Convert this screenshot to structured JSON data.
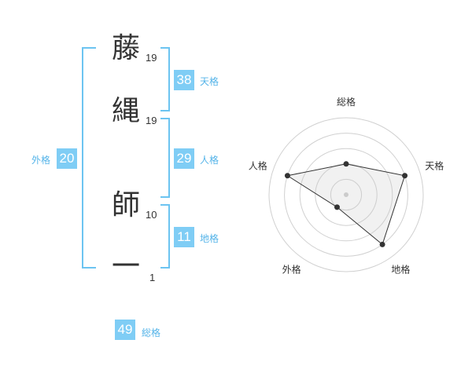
{
  "name": {
    "chars": [
      {
        "char": "藤",
        "strokes": "19"
      },
      {
        "char": "縄",
        "strokes": "19"
      },
      {
        "char": "師",
        "strokes": "10"
      },
      {
        "char": "一",
        "strokes": "1"
      }
    ]
  },
  "scores": {
    "tenkaku": {
      "value": "38",
      "label": "天格"
    },
    "jinkaku": {
      "value": "29",
      "label": "人格"
    },
    "chikaku": {
      "value": "11",
      "label": "地格"
    },
    "gaikaku": {
      "value": "20",
      "label": "外格"
    },
    "soukaku": {
      "value": "49",
      "label": "総格"
    }
  },
  "colors": {
    "accent": "#7fcdf5",
    "bracket": "#6cc4f1",
    "label": "#55b4e9",
    "text": "#333333"
  },
  "chart_data": {
    "type": "radar",
    "axes": [
      "総格",
      "天格",
      "地格",
      "外格",
      "人格"
    ],
    "values": [
      2,
      4,
      4,
      1,
      4
    ],
    "max": 5,
    "rings": 5,
    "legend": "none"
  }
}
